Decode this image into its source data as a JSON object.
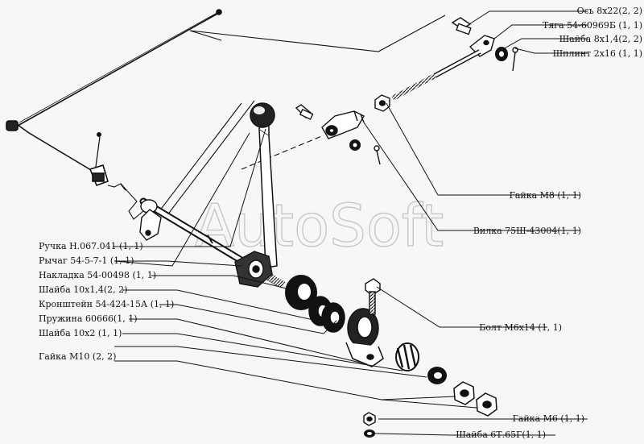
{
  "watermark": "AutoSoft",
  "labels": {
    "os": "Ось 8х22(2, 2)",
    "tyaga": "Тяга 54-60969Б (1, 1)",
    "shayba_8": "Шайба 8х1,4(2, 2)",
    "shplint": "Шплинт 2х16 (1, 1)",
    "gayka_m8": "Гайка М8 (1, 1)",
    "vilka": "Вилка 75Ш-43004(1, 1)",
    "bolt": "Болт М6х14 (1, 1)",
    "ruchka": "Ручка Н.067.041 (1, 1)",
    "rychag": "Рычаг 54-5-7-1 (1, 1)",
    "nakladka": "Накладка 54-00498 (1, 1)",
    "shayba_10_14": "Шайба 10х1,4(2, 2)",
    "kronshtein": "Кронштейн 54-424-15А (1, 1)",
    "pruzhina": "Пружина 60666(1, 1)",
    "shayba_10_2": "Шайба 10х2 (1, 1)",
    "gayka_m10": "Гайка М10 (2, 2)",
    "gayka_m6": "Гайка М6 (1, 1)",
    "shayba_6t": "Шайба 6Т.65Г(1, 1)"
  }
}
